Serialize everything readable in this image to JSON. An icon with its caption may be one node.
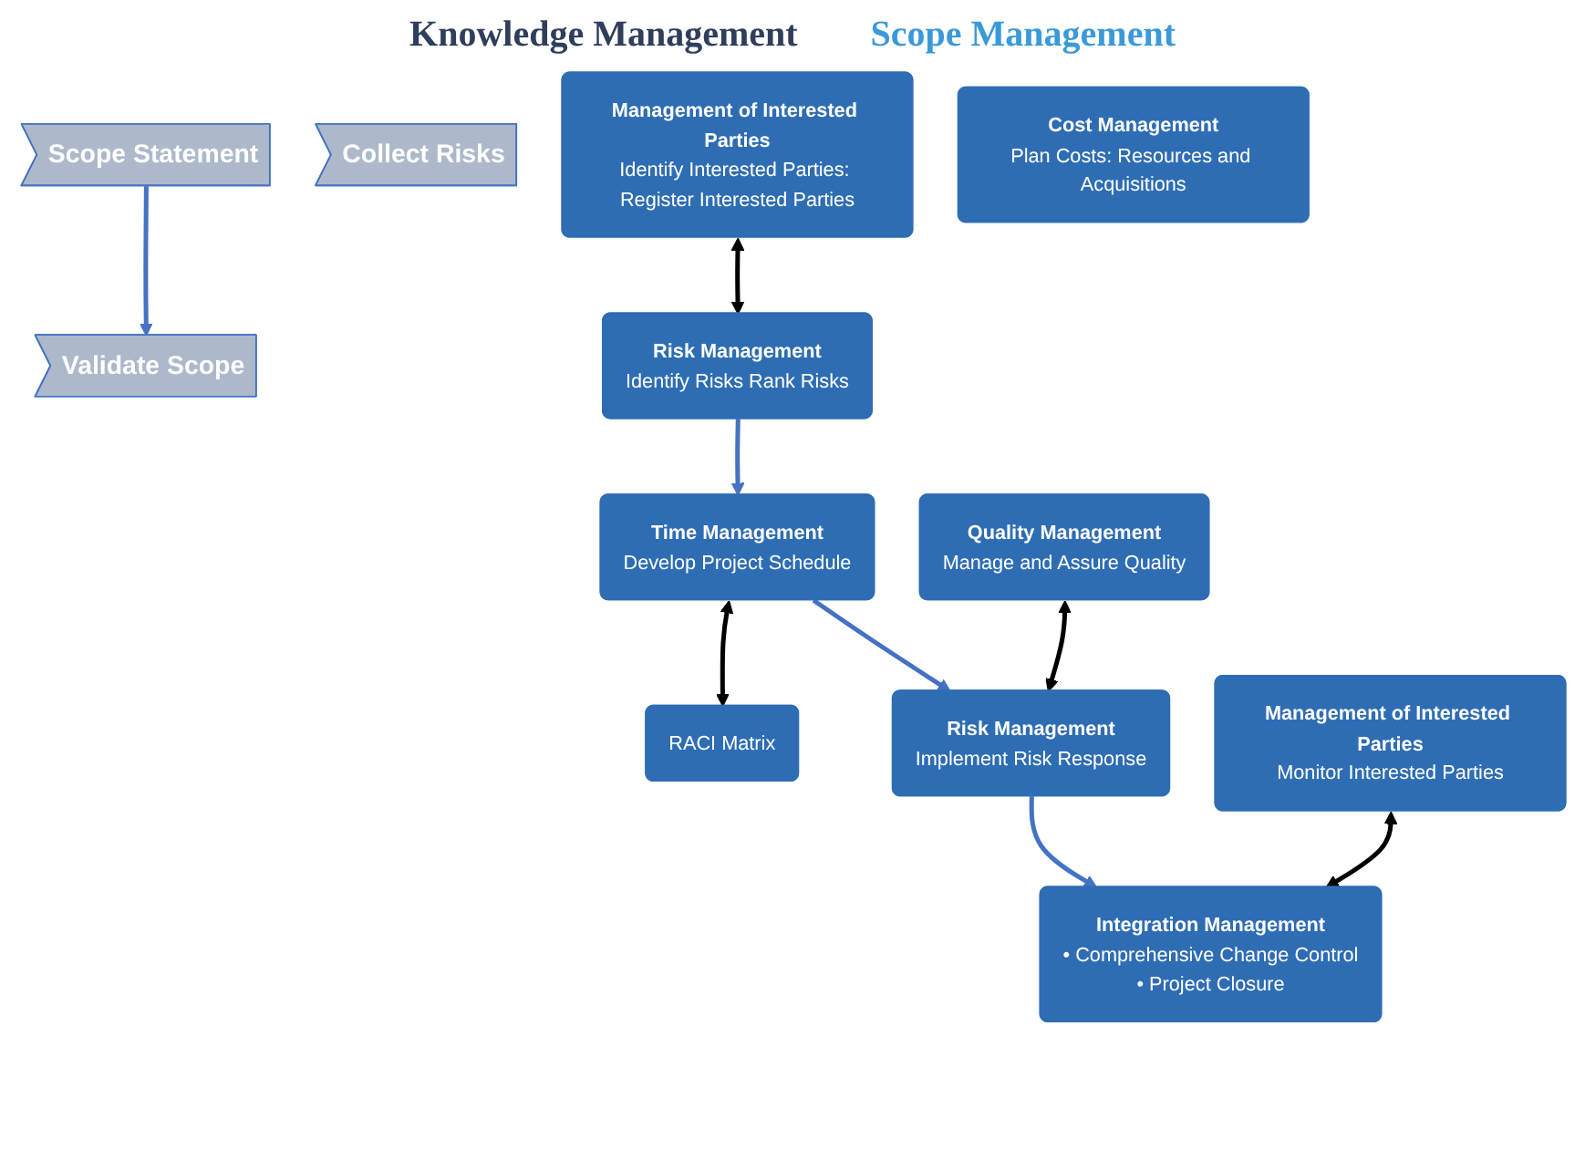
{
  "diagram": {
    "nodes": [
      {
        "text": [
          "Scope Statement"
        ]
      },
      {
        "text": [
          "Collect Risks"
        ]
      },
      {
        "text": [
          "Validate Scope"
        ]
      },
      {
        "text": [
          "Management of Interested Parties",
          "Identify Interested Parties: Register Interested Parties"
        ]
      },
      {
        "text": [
          "Risk Management",
          "Identify Risks Rank Risks"
        ]
      },
      {
        "text": [
          "Cost Management",
          "Plan Costs: Resources and Acquisitions"
        ]
      },
      {
        "text": [
          "Time Management",
          "Develop Project Schedule"
        ]
      },
      {
        "text": [
          "RACI Matrix"
        ]
      },
      {
        "text": [
          "Quality Management",
          "Manage and Assure Quality"
        ]
      },
      {
        "text": [
          "Risk Management",
          "Implement Risk Response"
        ]
      },
      {
        "text": [
          "Management of Interested Parties",
          "Monitor Interested Parties"
        ]
      },
      {
        "text": [
          "Integration Management",
          "• Comprehensive Change Control",
          "• Project Closure"
        ]
      }
    ],
    "edges": [
      {
        "from": 0,
        "to": 2,
        "arrow": "to",
        "color": "#4472c4"
      },
      {
        "from": 3,
        "to": 4,
        "arrow": "both",
        "color": "#000000"
      },
      {
        "from": 4,
        "to": 6,
        "arrow": "to",
        "color": "#4472c4"
      },
      {
        "from": 6,
        "to": 7,
        "arrow": "both",
        "color": "#000000"
      },
      {
        "from": 6,
        "to": 9,
        "arrow": "to",
        "color": "#4472c4"
      },
      {
        "from": 8,
        "to": 9,
        "arrow": "both",
        "color": "#000000"
      },
      {
        "from": 9,
        "to": 11,
        "arrow": "to",
        "color": "#4472c4"
      },
      {
        "from": 10,
        "to": 11,
        "arrow": "both",
        "color": "#000000"
      }
    ],
    "labels": [
      "Knowledge Management",
      "Scope Management"
    ]
  }
}
